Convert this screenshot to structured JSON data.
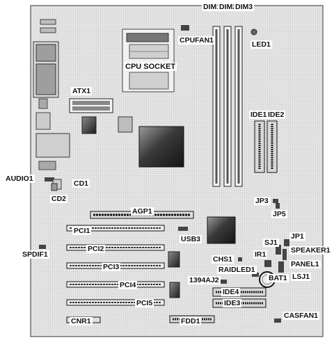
{
  "labels": {
    "dim1": "DIM1",
    "dim2": "DIM2",
    "dim3": "DIM3",
    "cpufan1": "CPUFAN1",
    "led1": "LED1",
    "cpu_socket": "CPU SOCKET",
    "atx1": "ATX1",
    "ide1": "IDE1",
    "ide2": "IDE2",
    "audio1": "AUDIO1",
    "cd1": "CD1",
    "cd2": "CD2",
    "jp3": "JP3",
    "jp5": "JP5",
    "agp1": "AGP1",
    "pci1": "PCI1",
    "usb3": "USB3",
    "jp1": "JP1",
    "sj1": "SJ1",
    "speaker1": "SPEAKER1",
    "spdif1": "SPDIF1",
    "pci2": "PCI2",
    "ir1": "IR1",
    "chs1": "CHS1",
    "panel1": "PANEL1",
    "pci3": "PCI3",
    "raidled1": "RAIDLED1",
    "bat1": "BAT1",
    "lsj1": "LSJ1",
    "j1394aj2": "1394AJ2",
    "pci4": "PCI4",
    "ide4": "IDE4",
    "ide3": "IDE3",
    "pci5": "PCI5",
    "casfan1": "CASFAN1",
    "cnr1": "CNR1",
    "fdd1": "FDD1"
  }
}
